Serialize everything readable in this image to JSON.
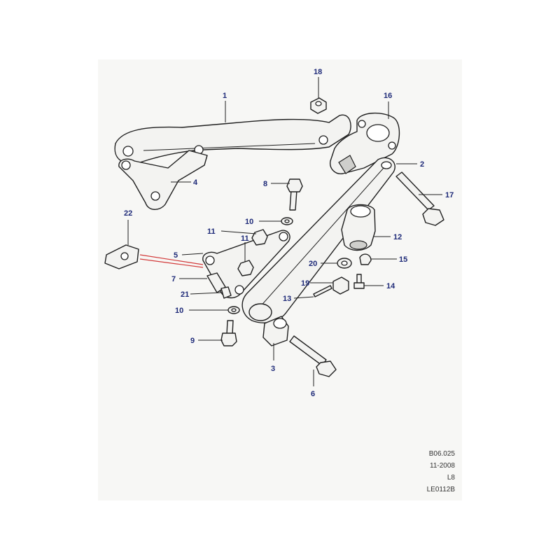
{
  "callouts": [
    "1",
    "2",
    "3",
    "4",
    "5",
    "6",
    "7",
    "8",
    "9",
    "10",
    "10",
    "11",
    "11",
    "12",
    "13",
    "14",
    "15",
    "16",
    "17",
    "18",
    "19",
    "20",
    "21",
    "22"
  ],
  "meta": {
    "ref": "B06.025",
    "date": "11-2008",
    "model": "L8",
    "code": "LE0112B"
  },
  "colors": {
    "label": "#1e2a78",
    "highlight_leader": "#d23a3a"
  }
}
